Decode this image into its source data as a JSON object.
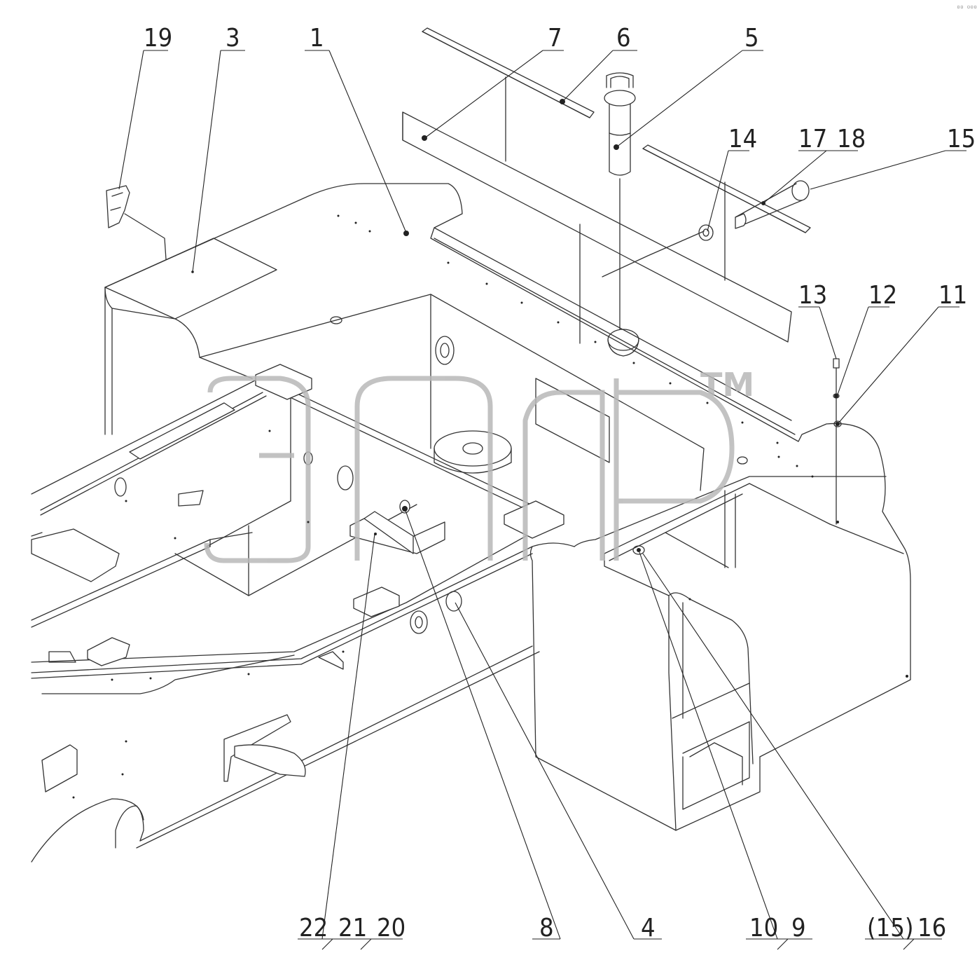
{
  "diagram": {
    "callouts": [
      "19",
      "3",
      "1",
      "7",
      "6",
      "5",
      "14",
      "17",
      "18",
      "15",
      "13",
      "12",
      "11",
      "22",
      "21",
      "20",
      "8",
      "4",
      "10",
      "9",
      "(15)",
      "16"
    ],
    "watermark": "TM",
    "corner_mark": "▫▫ ▫▫▫"
  }
}
